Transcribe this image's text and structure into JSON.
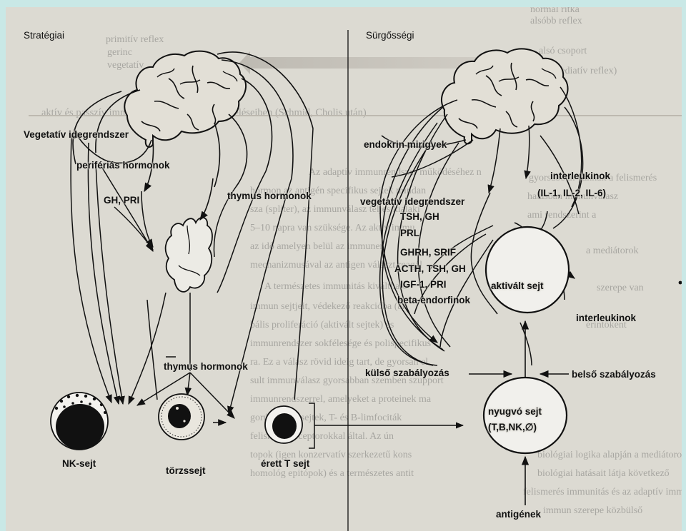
{
  "left_panel": {
    "title": "Stratégiai",
    "vegetative": "Vegetatív idegrendszer",
    "peripheral_hormones": "perifériás hormonok",
    "gh_pri": "GH, PRI",
    "thymus_hormones_top": "thymus hormonok",
    "thymus_hormones_mid": "thymus hormonok",
    "nk_cell": "NK-sejt",
    "stem_cell": "törzssejt",
    "mature_t": "érett T sejt"
  },
  "right_panel": {
    "title": "Sürgősségi",
    "endocrine": "endokrin mirigyek",
    "interleukins_top": "interleukinok",
    "interleukin_list": "(IL-1, IL-2, IL-6)",
    "vegetative": "vegetatív idegrendszer",
    "hormones": [
      "TSH, GH",
      "PRL",
      "GHRH, SRIF",
      "ACTH, TSH, GH",
      "IGF-1, PRI",
      "beta-endorfinok"
    ],
    "activated_cell": "aktivált sejt",
    "interleukins_mid": "interleukinok",
    "external_regulation": "külső szabályozás",
    "internal_regulation": "belső szabályozás",
    "resting_cell": "nyugvó sejt",
    "resting_cell_types": "(T,B,NK,∅)",
    "antigens": "antigének"
  },
  "background_text": {
    "top": [
      "normál ritka",
      "alsóbb reflex"
    ],
    "top_left": [
      "primitív reflex",
      "gerinc",
      "vegetatív"
    ],
    "top_right": [
      "alsó csoport",
      "(immediatív reflex)"
    ],
    "caption": "aktív és passzív immunitás neuroendokrin hőveléseiben (Schmid, Cholis után)",
    "body": [
      "Az adaptív immunrendszer működéséhez n",
      "hormon az antigén specifikus sejtek mindan",
      "sza (spliter), az immunválasz teljes kialakí",
      "5–10 napra van szüksége. Az aktív immu",
      "az idő amelyen belül az immuner",
      "mechanizmusával az antigen választ reagál",
      "A természetes immunitás kiváltható",
      "immun sejtjeit, védekező reakcióba (an",
      "bális proliferáció (aktivált sejtek) és",
      "immunrendszer sokfélesége és polispecifikus",
      "ra. Ez a válasz rövid ideig tart, de gyorsan el",
      "sult immunválasz gyorsabban szemben szupport",
      "immunrendszerrel, amelyeket a proteinek ma",
      "gorúak, NK-sejtek, T- és B-limfociták",
      "felismerő receptorokkal által. Az ún",
      "topok (igen konzervatív szerkezetű kons",
      "homológ epitópok) és a természetes antit"
    ],
    "body_right": [
      "gyorsabban vannak a felismerés",
      "hatásban immunválasz",
      "ami rendszerint a",
      "a mediátorok",
      "szerepe van",
      "érintőként",
      "biológiai logika alapján a mediátorok",
      "biológiai hatásait látja következő",
      "felismerés immunitás és az adaptív immu",
      "immun szerepe közbülső"
    ]
  },
  "colors": {
    "line": "#111111",
    "paper": "#dcdad2",
    "frame": "#c9e8e6"
  }
}
